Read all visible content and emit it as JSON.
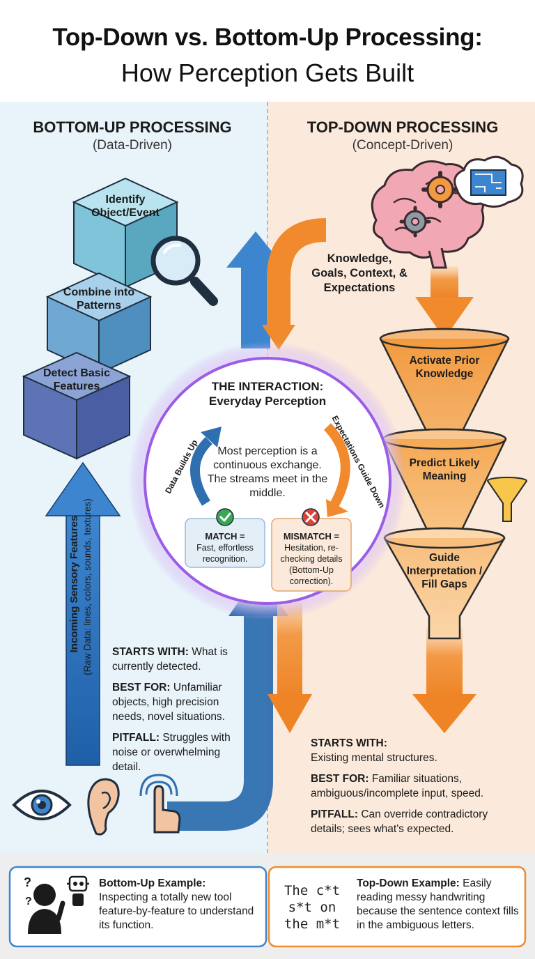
{
  "header": {
    "title_line1": "Top-Down vs. Bottom-Up Processing:",
    "title_line2": "How Perception Gets Built"
  },
  "bottom_up": {
    "title": "BOTTOM-UP PROCESSING",
    "subtitle": "(Data-Driven)",
    "stages": [
      {
        "label": "Identify Object/Event"
      },
      {
        "label": "Combine into Patterns"
      },
      {
        "label": "Detect Basic Features"
      }
    ],
    "arrow_label": "Incoming Sensory Features",
    "arrow_sublabel": "(Raw Data: lines, colors, sounds, textures)",
    "starts_with_label": "STARTS WITH:",
    "starts_with_text": "What is currently detected.",
    "best_for_label": "BEST FOR:",
    "best_for_text": "Unfamiliar objects, high precision needs, novel situations.",
    "pitfall_label": "PITFALL:",
    "pitfall_text": "Struggles with noise or overwhelming detail.",
    "sense_icons": [
      "eye-icon",
      "ear-icon",
      "touch-icon"
    ],
    "accent_color": "#2f6fb0"
  },
  "top_down": {
    "title": "TOP-DOWN PROCESSING",
    "subtitle": "(Concept-Driven)",
    "source_label": "Knowledge, Goals, Context, & Expectations",
    "stages": [
      {
        "label": "Activate Prior Knowledge"
      },
      {
        "label": "Predict Likely Meaning"
      },
      {
        "label": "Guide Interpretation / Fill Gaps"
      }
    ],
    "starts_with_label": "STARTS WITH:",
    "starts_with_text": "Existing mental structures.",
    "best_for_label": "BEST FOR:",
    "best_for_text": "Familiar situations, ambiguous/incomplete input, speed.",
    "pitfall_label": "PITFALL:",
    "pitfall_text": "Can override contradictory details; sees what's expected.",
    "icons": [
      "brain-icon",
      "gear-icon",
      "blueprint-icon",
      "funnel-icon"
    ],
    "accent_color": "#f08a2c"
  },
  "interaction": {
    "title_line1": "THE INTERACTION:",
    "title_line2": "Everyday Perception",
    "body": "Most perception is a continuous exchange. The streams meet in the middle.",
    "left_arc_label": "Data Builds Up",
    "right_arc_label": "Expectations Guide Down",
    "match_head": "MATCH =",
    "match_text": "Fast, effortless recognition.",
    "mismatch_head": "MISMATCH =",
    "mismatch_text": "Hesitation, re-checking details (Bottom-Up correction).",
    "glow_color": "#9b5de5"
  },
  "examples": {
    "bottom_up_title": "Bottom-Up Example:",
    "bottom_up_text": "Inspecting a totally new tool feature-by-feature to understand its function.",
    "top_down_title": "Top-Down Example:",
    "top_down_text": "Easily reading messy handwriting because the sentence context fills in the ambiguous letters.",
    "handwriting_lines": [
      "The c*t",
      "s*t on",
      "the m*t"
    ]
  }
}
